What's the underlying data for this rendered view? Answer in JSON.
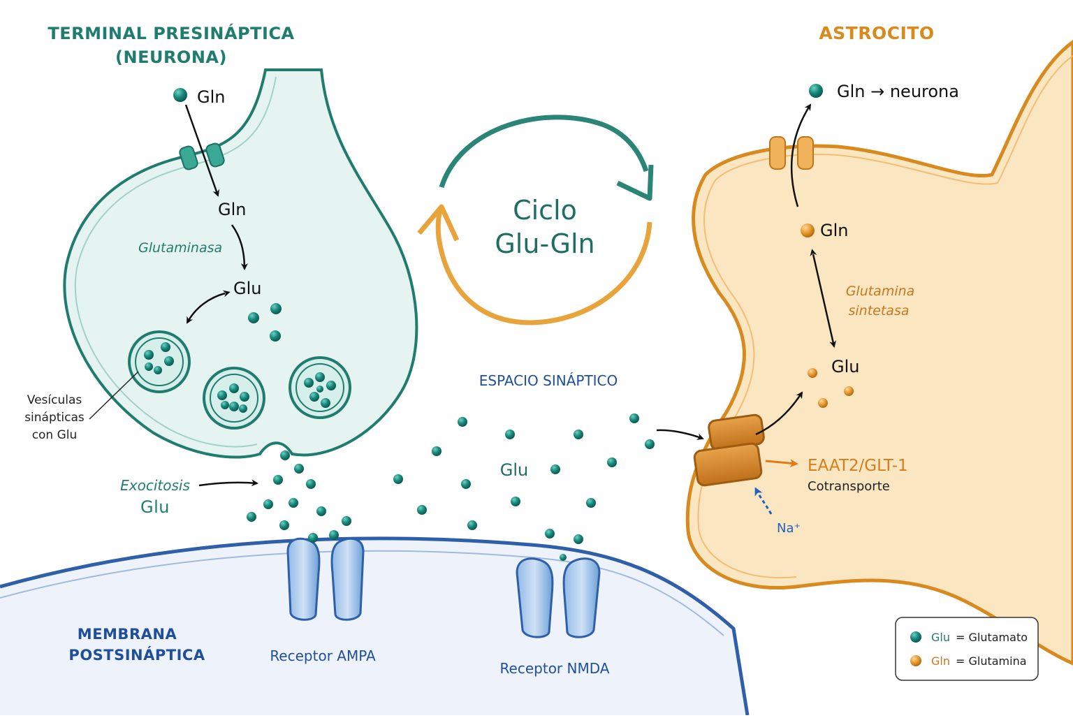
{
  "presynaptic": {
    "title_line1": "TERMINAL PRESINÁPTICA",
    "title_line2": "(NEURONA)",
    "gln_outside": "Gln",
    "gln_inside": "Gln",
    "enzyme": "Glutaminasa",
    "glu": "Glu",
    "vesicles_line1": "Vesículas",
    "vesicles_line2": "sinápticas",
    "vesicles_line3": "con Glu",
    "exocytosis_line1": "Exocitosis",
    "exocytosis_line2": "Glu"
  },
  "cycle": {
    "line1": "Ciclo",
    "line2": "Glu-Gln"
  },
  "synaptic_space": {
    "title": "ESPACIO SINÁPTICO",
    "glu": "Glu"
  },
  "astrocyte": {
    "title": "ASTROCITO",
    "gln_to_neuron": "Gln → neurona",
    "gln": "Gln",
    "enzyme_line1": "Glutamina",
    "enzyme_line2": "sintetasa",
    "glu": "Glu",
    "transporter": "EAAT2/GLT-1",
    "cotransport": "Cotransporte",
    "sodium": "Na⁺"
  },
  "postsynaptic": {
    "title_line1": "MEMBRANA",
    "title_line2": "POSTSINÁPTICA",
    "ampa": "Receptor AMPA",
    "nmda": "Receptor NMDA"
  },
  "legend": {
    "items": [
      {
        "abbr": "Glu",
        "text": "= Glutamato",
        "color": "#17877a"
      },
      {
        "abbr": "Gln",
        "text": "= Glutamina",
        "color": "#e69a2e"
      }
    ]
  },
  "colors": {
    "teal": "#1f7c6e",
    "orange": "#d98a1e",
    "blue": "#1f4f9a"
  }
}
